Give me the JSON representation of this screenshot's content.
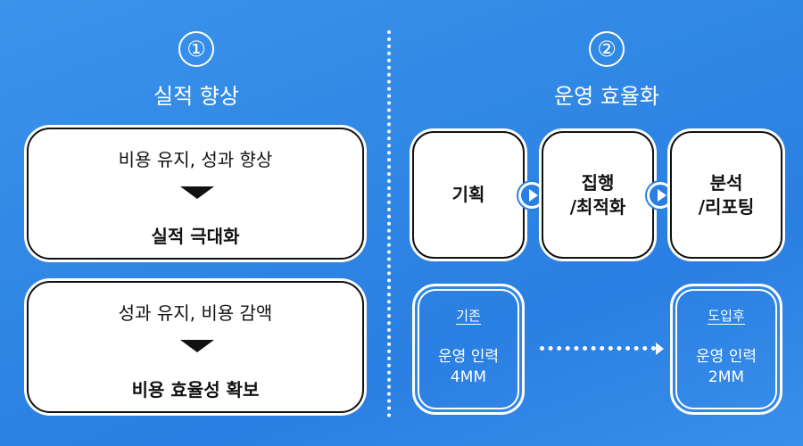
{
  "left": {
    "number": "①",
    "title": "실적 향상",
    "boxes": [
      {
        "top": "비용 유지, 성과 향상",
        "bottom": "실적 극대화"
      },
      {
        "top": "성과 유지, 비용 감액",
        "bottom": "비용 효율성 확보"
      }
    ]
  },
  "right": {
    "number": "②",
    "title": "운영 효율화",
    "steps": [
      "기획",
      "집행\n/최적화",
      "분석\n/리포팅"
    ],
    "before": {
      "label": "기존",
      "line1": "운영 인력",
      "line2": "4MM"
    },
    "after": {
      "label": "도입후",
      "line1": "운영 인력",
      "line2": "2MM"
    }
  },
  "colors": {
    "background": "#2f86e4",
    "box": "#ffffff",
    "text": "#111111"
  }
}
